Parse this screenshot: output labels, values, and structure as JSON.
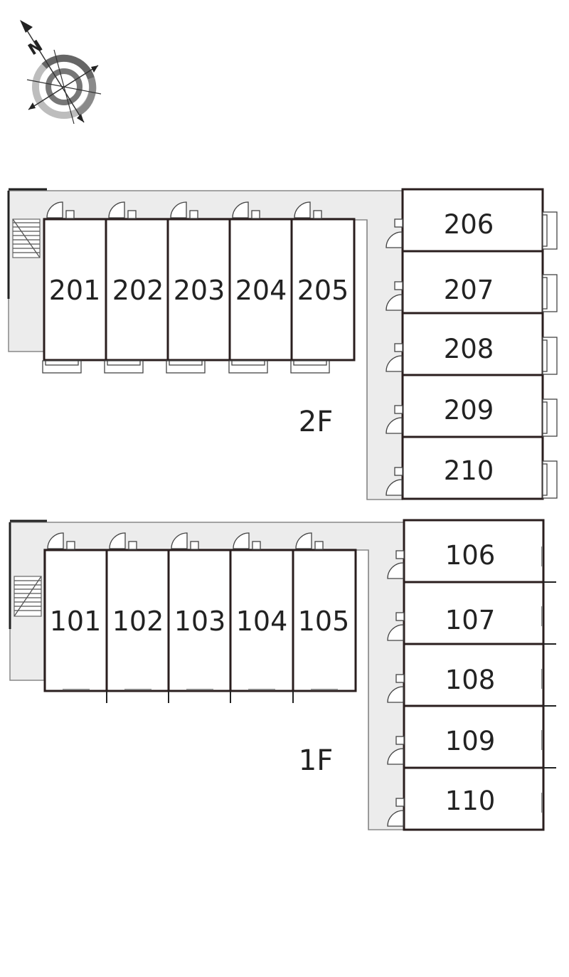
{
  "compass": {
    "letter": "N"
  },
  "floors": [
    {
      "label": "2F",
      "left_rooms": [
        "201",
        "202",
        "203",
        "204",
        "205"
      ],
      "right_rooms": [
        "206",
        "207",
        "208",
        "209",
        "210"
      ]
    },
    {
      "label": "1F",
      "left_rooms": [
        "101",
        "102",
        "103",
        "104",
        "105"
      ],
      "right_rooms": [
        "106",
        "107",
        "108",
        "109",
        "110"
      ]
    }
  ]
}
